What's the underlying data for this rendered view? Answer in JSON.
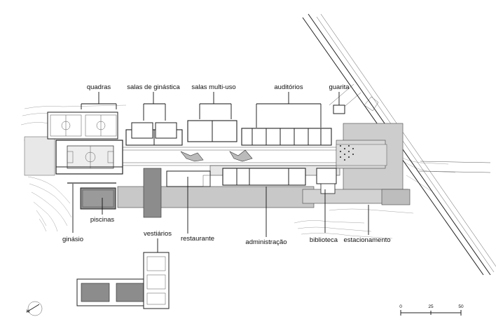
{
  "labels": {
    "quadras": "quadras",
    "salas_ginastica": "salas de ginástica",
    "salas_multiuso": "salas multi-uso",
    "auditorios": "auditórios",
    "guarita": "guarita",
    "ginasio": "ginásio",
    "piscinas": "piscinas",
    "vestiarios": "vestiários",
    "restaurante": "restaurante",
    "administracao": "administração",
    "biblioteca": "biblioteca",
    "estacionamento": "estacionamento"
  },
  "north_arrow": {
    "label": "N"
  },
  "scale_bar": {
    "ticks": [
      "0",
      "25",
      "50"
    ]
  },
  "colors": {
    "line": "#222222",
    "ground_gray": "#c8c8c8",
    "dark_gray": "#8c8c8c",
    "background": "#ffffff"
  }
}
